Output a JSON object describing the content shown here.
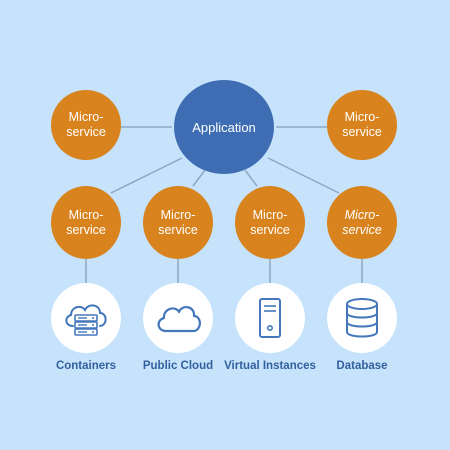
{
  "application": {
    "label": "Application"
  },
  "microservices": [
    {
      "line1": "Micro-",
      "line2": "service"
    },
    {
      "line1": "Micro-",
      "line2": "service"
    },
    {
      "line1": "Micro-",
      "line2": "service"
    },
    {
      "line1": "Micro-",
      "line2": "service"
    },
    {
      "line1": "Micro-",
      "line2": "service"
    },
    {
      "line1": "Micro-",
      "line2": "service"
    }
  ],
  "resources": [
    {
      "label": "Containers",
      "icon": "cloud-server-icon"
    },
    {
      "label": "Public Cloud",
      "icon": "cloud-icon"
    },
    {
      "label": "Virtual Instances",
      "icon": "server-tower-icon"
    },
    {
      "label": "Database",
      "icon": "database-icon"
    }
  ],
  "colors": {
    "background": "#c6e3fb",
    "application": "#3f6db4",
    "microservice": "#d9831f",
    "resource": "#ffffff",
    "label": "#33609f",
    "connector": "#8fa7c4"
  }
}
